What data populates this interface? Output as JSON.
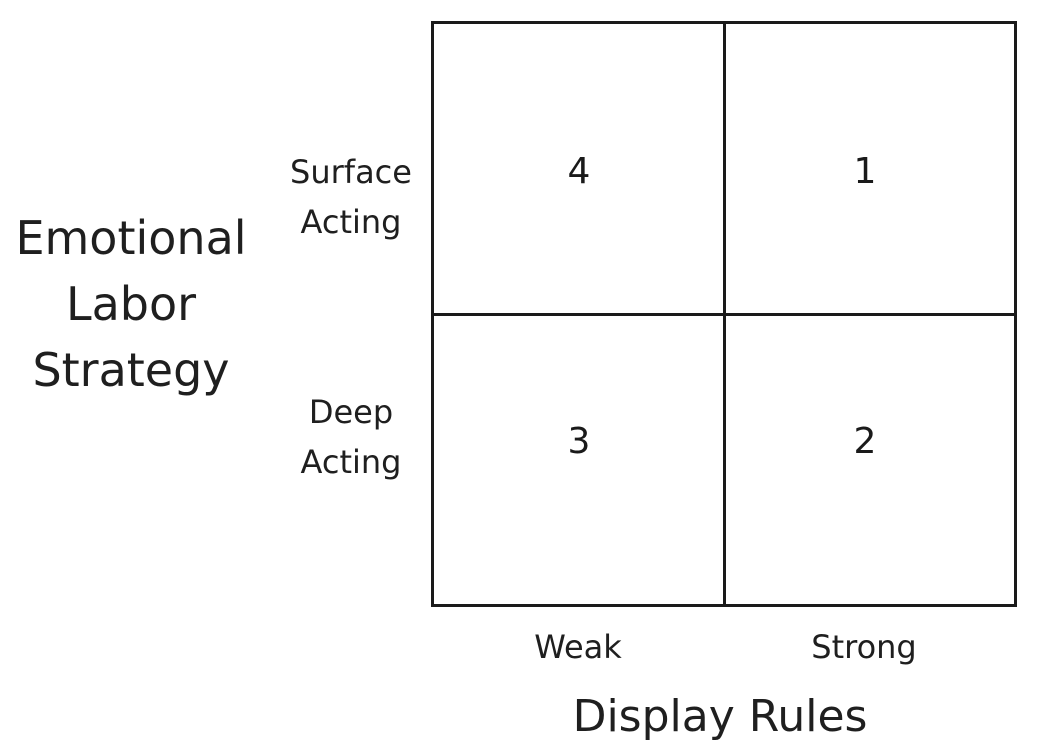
{
  "y_axis": {
    "title_lines": [
      "Emotional",
      "Labor",
      "Strategy"
    ]
  },
  "rows": [
    {
      "label_lines": [
        "Surface",
        "Acting"
      ]
    },
    {
      "label_lines": [
        "Deep",
        "Acting"
      ]
    }
  ],
  "columns": [
    {
      "label": "Weak"
    },
    {
      "label": "Strong"
    }
  ],
  "cells": {
    "surface_weak": "4",
    "surface_strong": "1",
    "deep_weak": "3",
    "deep_strong": "2"
  },
  "x_axis": {
    "title": "Display Rules"
  }
}
